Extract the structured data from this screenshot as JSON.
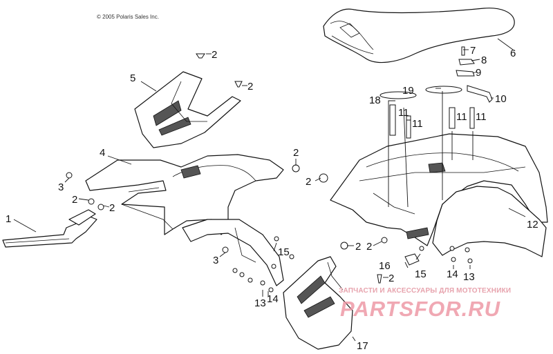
{
  "copyright": "© 2005 Polaris Sales Inc.",
  "watermark": {
    "line1": "ЗАПЧАСТИ И АКСЕССУАРЫ ДЛЯ МОТОТЕХНИКИ",
    "line2": "PARTSFOR.RU",
    "color": "#ee9aa6"
  },
  "callouts": [
    {
      "id": "c1",
      "label": "1"
    },
    {
      "id": "c2a",
      "label": "2"
    },
    {
      "id": "c2b",
      "label": "2"
    },
    {
      "id": "c2c",
      "label": "2"
    },
    {
      "id": "c2d",
      "label": "2"
    },
    {
      "id": "c2e",
      "label": "2"
    },
    {
      "id": "c2f",
      "label": "2"
    },
    {
      "id": "c2g",
      "label": "2"
    },
    {
      "id": "c2h",
      "label": "2"
    },
    {
      "id": "c2i",
      "label": "2"
    },
    {
      "id": "c3a",
      "label": "3"
    },
    {
      "id": "c3b",
      "label": "3"
    },
    {
      "id": "c4",
      "label": "4"
    },
    {
      "id": "c5",
      "label": "5"
    },
    {
      "id": "c6",
      "label": "6"
    },
    {
      "id": "c7",
      "label": "7"
    },
    {
      "id": "c8",
      "label": "8"
    },
    {
      "id": "c9",
      "label": "9"
    },
    {
      "id": "c10",
      "label": "10"
    },
    {
      "id": "c11a",
      "label": "11"
    },
    {
      "id": "c11b",
      "label": "11"
    },
    {
      "id": "c11c",
      "label": "11"
    },
    {
      "id": "c11d",
      "label": "11"
    },
    {
      "id": "c12",
      "label": "12"
    },
    {
      "id": "c13a",
      "label": "13"
    },
    {
      "id": "c13b",
      "label": "13"
    },
    {
      "id": "c14a",
      "label": "14"
    },
    {
      "id": "c14b",
      "label": "14"
    },
    {
      "id": "c15a",
      "label": "15"
    },
    {
      "id": "c15b",
      "label": "15"
    },
    {
      "id": "c16",
      "label": "16"
    },
    {
      "id": "c17",
      "label": "17"
    },
    {
      "id": "c18",
      "label": "18"
    },
    {
      "id": "c19",
      "label": "19"
    }
  ]
}
